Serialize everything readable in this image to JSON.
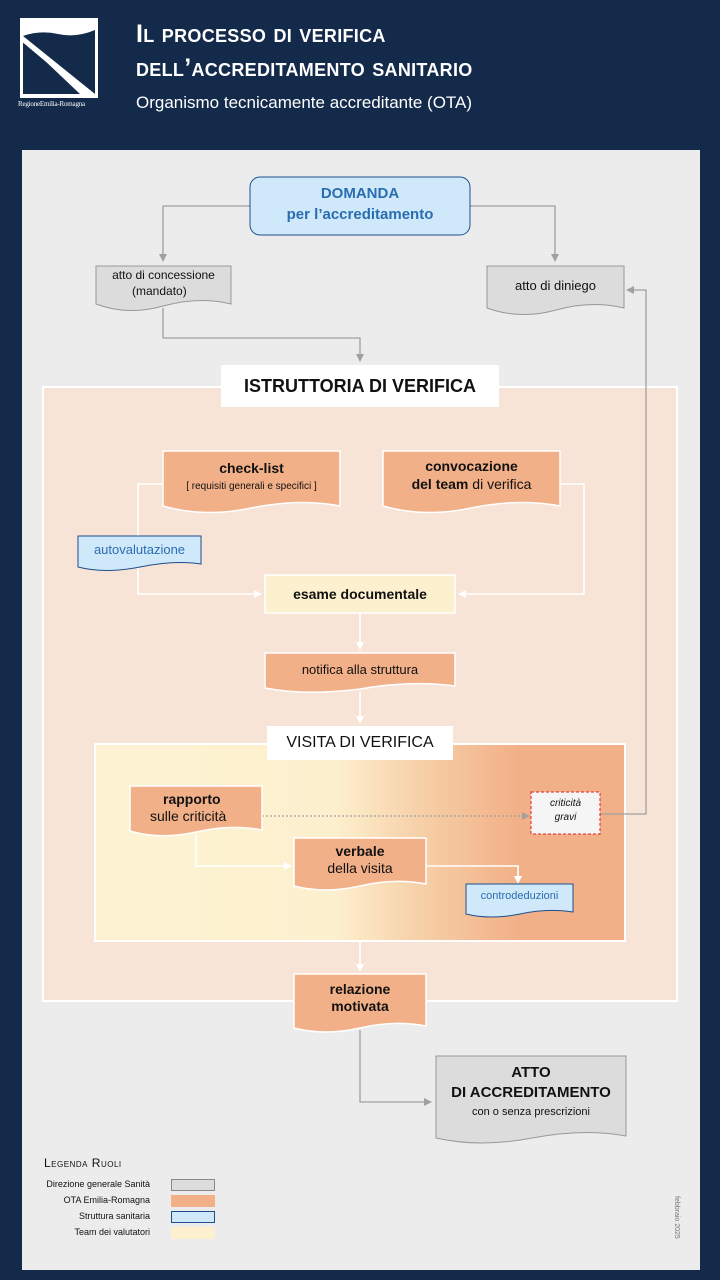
{
  "header": {
    "logo_text": "RegioneEmilia-Romagna",
    "title_line1": "Il processo di verifica",
    "title_line2": "dell’accreditamento sanitario",
    "subtitle": "Organismo tecnicamente accreditante (OTA)"
  },
  "colors": {
    "background": "#132a4a",
    "canvas": "#ececec",
    "direzione": "#dcdcdc",
    "ota": "#f2b088",
    "struttura": "#cfe9fb",
    "team": "#fdf0cf",
    "domanda_text": "#2a6db0"
  },
  "nodes": {
    "domanda": {
      "line1": "DOMANDA",
      "line2": "per l’accreditamento"
    },
    "concessione": {
      "line1": "atto di concessione",
      "line2": "(mandato)"
    },
    "diniego": {
      "label": "atto di diniego"
    },
    "istruttoria": {
      "label": "ISTRUTTORIA DI VERIFICA"
    },
    "checklist": {
      "line1": "check-list",
      "line2": "[ requisiti generali e specifici ]"
    },
    "convocazione": {
      "line1": "convocazione",
      "line2_bold": "del team",
      "line2_rest": " di verifica"
    },
    "autovalutazione": {
      "label": "autovalutazione"
    },
    "esame": {
      "label": "esame documentale"
    },
    "notifica": {
      "label": "notifica alla struttura"
    },
    "visita": {
      "label": "VISITA DI VERIFICA"
    },
    "rapporto": {
      "line1": "rapporto",
      "line2": "sulle criticità"
    },
    "criticita": {
      "line1": "criticità",
      "line2": "gravi"
    },
    "verbale": {
      "line1": "verbale",
      "line2": "della visita"
    },
    "controdeduzioni": {
      "label": "controdeduzioni"
    },
    "relazione": {
      "line1": "relazione",
      "line2": "motivata"
    },
    "atto": {
      "line1": "ATTO",
      "line2": "DI ACCREDITAMENTO",
      "line3": "con o senza prescrizioni"
    }
  },
  "legend": {
    "title": "Legenda Ruoli",
    "items": [
      {
        "label": "Direzione generale Sanità",
        "color": "#dcdcdc",
        "border": "#888888"
      },
      {
        "label": "OTA Emilia-Romagna",
        "color": "#f2b088",
        "border": "#f2b088"
      },
      {
        "label": "Struttura sanitaria",
        "color": "#cfe9fb",
        "border": "#1f4e8c"
      },
      {
        "label": "Team dei valutatori",
        "color": "#fdf0cf",
        "border": "#fdf0cf"
      }
    ]
  },
  "date_note": "febbraio 2025"
}
